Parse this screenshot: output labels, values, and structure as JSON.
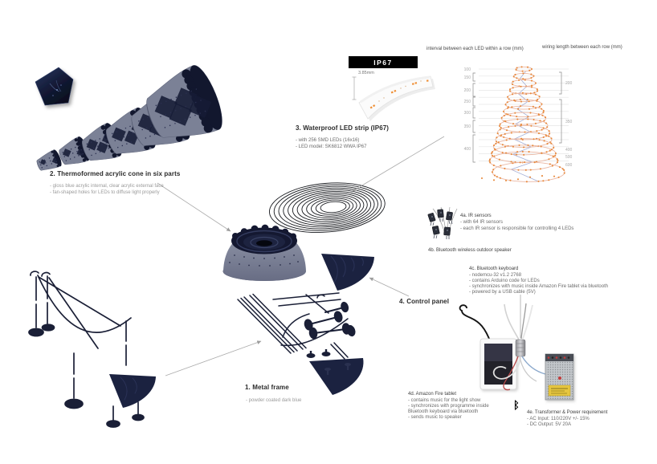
{
  "palette": {
    "navy": "#1b2240",
    "cone_gray": "#7b8196",
    "led_orange": "#ef8f35",
    "arrow_gray": "#aaaaaa"
  },
  "parts": {
    "frame": {
      "num_title": "1. Metal frame",
      "bullets": [
        "- powder coated dark blue"
      ]
    },
    "cone": {
      "num_title": "2. Thermoformed acrylic cone in six parts",
      "bullets": [
        "- gloss blue acrylic internal, clear acrylic external face",
        "- fan-shaped holes for LEDs to diffuse light properly"
      ]
    },
    "led_strip": {
      "badge": "IP67",
      "measure": "3.85mm",
      "num_title": "3. Waterproof LED strip (IP67)",
      "bullets": [
        "- with 256 SMD LEDs (16x16)",
        "- LED model: SK6812 WWA IP67"
      ]
    },
    "control_panel": {
      "num_title": "4. Control panel"
    },
    "ir_sensors": {
      "num_title": "4a. IR sensors",
      "bullets": [
        "- with 64 IR sensors",
        "- each IR sensor is responsible for controlling 4 LEDs"
      ]
    },
    "speaker": {
      "num_title": "4b. Bluetooth wireless outdoor speaker"
    },
    "keyboard": {
      "num_title": "4c. Bluetooth keyboard",
      "bullets": [
        "- nodemcu-32 v1.2 2768",
        "- contains Arduino code for LEDs",
        "- synchronizes with music inside Amazon Fire tablet via bluetooth",
        "- powered by a USB cable (5V)"
      ]
    },
    "tablet": {
      "num_title": "4d. Amazon Fire tablet",
      "bullets": [
        "- contains music for the light show",
        "- synchronizes with programme inside",
        "Bluetooth keyboard via bluetooth",
        "- sends music to speaker"
      ]
    },
    "transformer": {
      "num_title": "4e. Transformer & Power requirement",
      "bullets": [
        "- AC Input: 110/220V +/- 15%",
        "- DC Output: 5V 20A"
      ]
    },
    "bluetooth_symbol": "ᛒ"
  },
  "chart_data": {
    "type": "scatter",
    "description": "3D cone layout of LED spiral rows",
    "charts": [
      {
        "title": "interval between each LED within a row (mm)",
        "axis": "left",
        "tick_values": [
          "100",
          "150",
          "200",
          "250",
          "300",
          "350",
          "400"
        ]
      },
      {
        "title": "wiring length between each row (mm)",
        "axis": "right",
        "tick_values": [
          "200",
          "350",
          "400",
          "500",
          "600"
        ]
      }
    ],
    "rings": 15,
    "leds_total": 256,
    "colors": {
      "ring": "#eab7a3",
      "dot": "#e8883a",
      "wire": "#9aa6d2",
      "grid": "#e6e6e6"
    }
  }
}
